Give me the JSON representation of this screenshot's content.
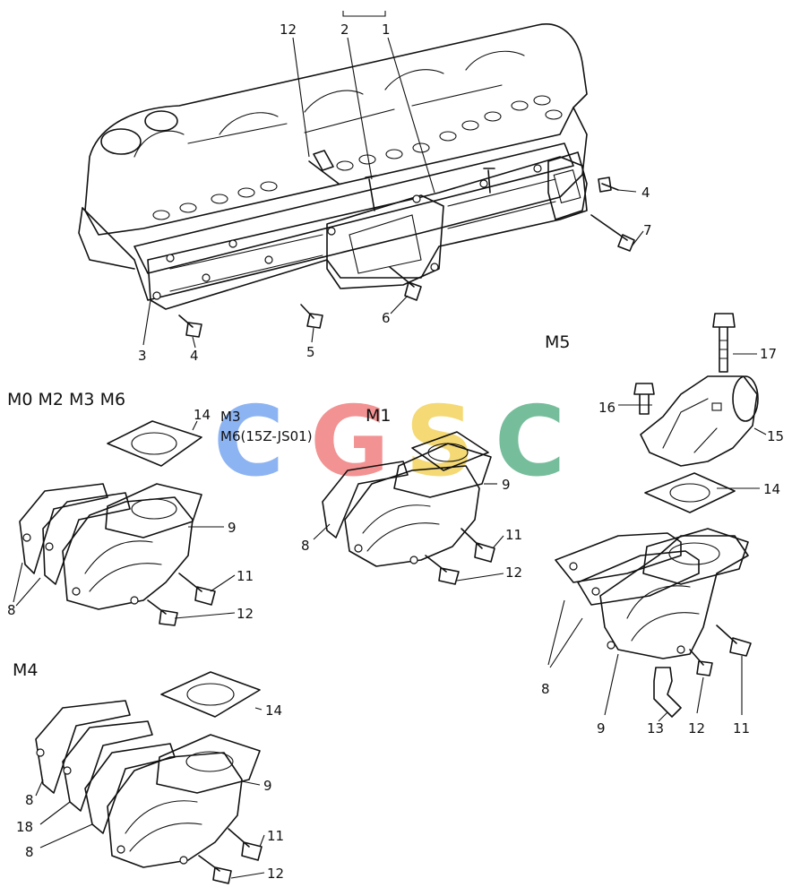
{
  "callouts": {
    "c12_top": "12",
    "c2_top": "2",
    "c1_top": "1",
    "c4_right": "4",
    "c7": "7",
    "c6": "6",
    "c5": "5",
    "c3": "3",
    "c4_bottom": "4",
    "c17": "17",
    "c16": "16",
    "c15": "15",
    "c14_m5": "14",
    "c8_m5": "8",
    "c9_m5": "9",
    "c13": "13",
    "c12_m5": "12",
    "c11_m5": "11",
    "c14_left": "14",
    "c9_left": "9",
    "c11_left": "11",
    "c12_left": "12",
    "c8_left": "8",
    "c9_m1": "9",
    "c8_m1": "8",
    "c11_m1": "11",
    "c12_m1": "12",
    "c14_m4": "14",
    "c9_m4": "9",
    "c8_m4a": "8",
    "c18": "18",
    "c8_m4b": "8",
    "c11_m4": "11",
    "c12_m4": "12"
  },
  "groups": {
    "m5": "M5",
    "m0m2m3m6": "M0 M2 M3 M6",
    "m3": "M3",
    "m6": "M6(15Z-JS01)",
    "m1": "M1",
    "m4": "M4"
  },
  "watermark": {
    "letters": [
      "C",
      "G",
      "S",
      "C"
    ],
    "colors": [
      "#7aa7f0",
      "#f07f7f",
      "#f3d35c",
      "#5fb38a"
    ]
  }
}
